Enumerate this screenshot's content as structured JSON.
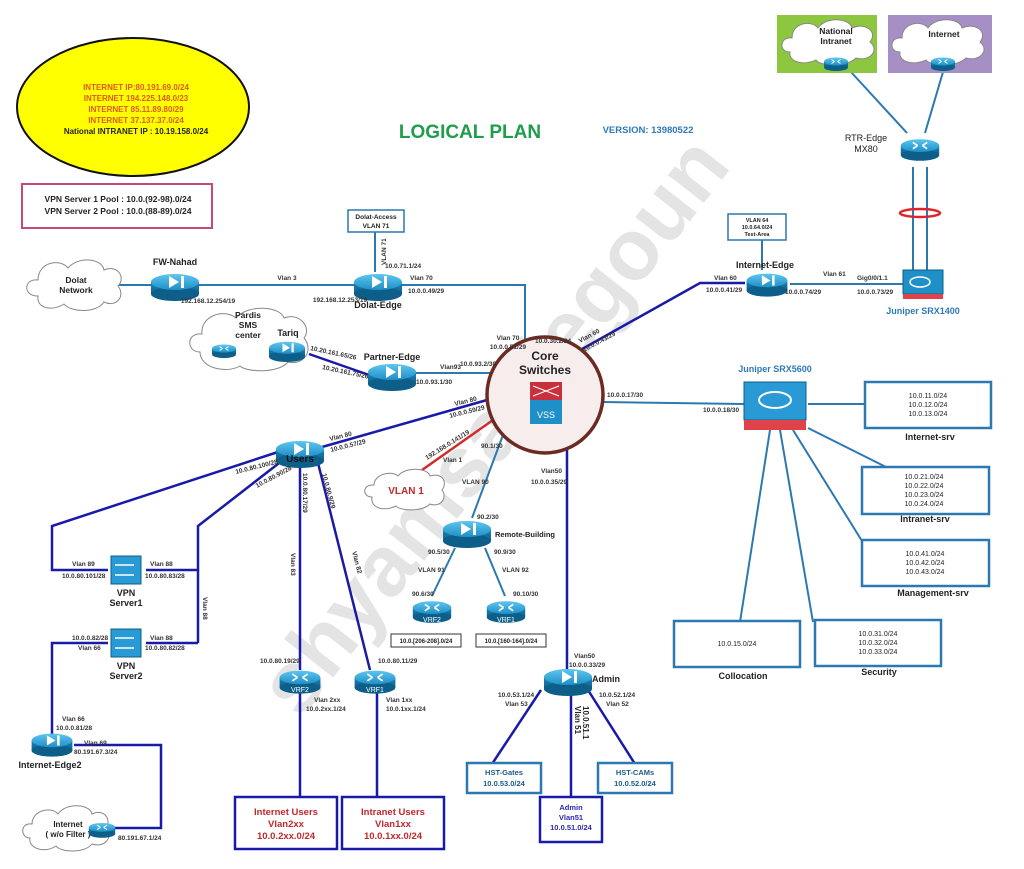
{
  "title": "LOGICAL PLAN",
  "version": "VERSION: 13980522",
  "watermark": "shyamsanlegoun",
  "ip_summary": {
    "internet_lines": [
      "INTERNET IP:80.191.69.0/24",
      "INTERNET 194.225.148.0/23",
      "INTERNET 85.11.89.80/29",
      "INTERNET 37.137.37.0/24"
    ],
    "intranet_line": "National INTRANET IP : 10.19.158.0/24"
  },
  "vpn_pools": [
    "VPN Server 1 Pool : 10.0.(92-98).0/24",
    "VPN Server 2 Pool : 10.0.(88-89).0/24"
  ],
  "colors": {
    "title_green": "#1e9e4a",
    "version_blue": "#2e7ab8",
    "red_text": "#c0282c",
    "link_blue": "#2b79b0",
    "link_dark": "#1a1aa8",
    "link_red": "#d42a2a",
    "ellipse_yellow": "#ffff00",
    "national_bg": "#8dc63f",
    "internet_bg": "#a58fc5"
  },
  "clouds": {
    "national": [
      "National",
      "Intranet"
    ],
    "internet": "Internet",
    "dolat": [
      "Dolat",
      "Network"
    ],
    "pardis": [
      "Pardis",
      "SMS",
      "center"
    ],
    "vlan1": "VLAN 1",
    "internet_wo": [
      "Internet",
      "( w/o Filter )"
    ]
  },
  "devices": {
    "rtr_edge": [
      "RTR-Edge",
      "MX80"
    ],
    "srx1400": "Juniper SRX1400",
    "srx5600": "Juniper SRX5600",
    "fw_nahad": "FW-Nahad",
    "dolat_edge": "Dolat-Edge",
    "tariq": "Tariq",
    "partner_edge": "Partner-Edge",
    "internet_edge": "Internet-Edge",
    "core": [
      "Core",
      "Switches"
    ],
    "core_vss": "VSS",
    "users": "Users",
    "remote_building": "Remote-Building",
    "vrf2_remote": "VRF2",
    "vrf1_remote": "VRF1",
    "vpn1": [
      "VPN",
      "Server1"
    ],
    "vpn2": [
      "VPN",
      "Server2"
    ],
    "internet_edge2": "Internet-Edge2",
    "vrf2": "VRF2",
    "vrf1": "VRF1",
    "admin": "Admin"
  },
  "boxes": {
    "dolat_access": [
      "Dolat-Access",
      "VLAN 71"
    ],
    "test_area": [
      "VLAN 64",
      "10.0.64.0/24",
      "Test-Area"
    ],
    "internet_srv": {
      "lines": [
        "10.0.11.0/24",
        "10.0.12.0/24",
        "10.0.13.0/24"
      ],
      "caption": "Internet-srv"
    },
    "intranet_srv": {
      "lines": [
        "10.0.21.0/24",
        "10.0.22.0/24",
        "10.0.23.0/24",
        "10.0.24.0/24"
      ],
      "caption": "Intranet-srv"
    },
    "management_srv": {
      "lines": [
        "10.0.41.0/24",
        "10.0.42.0/24",
        "10.0.43.0/24"
      ],
      "caption": "Management-srv"
    },
    "collocation": {
      "lines": [
        "10.0.15.0/24"
      ],
      "caption": "Collocation"
    },
    "security": {
      "lines": [
        "10.0.31.0/24",
        "10.0.32.0/24",
        "10.0.33.0/24"
      ],
      "caption": "Security"
    },
    "vrf2_net": "10.0.[206-208].0/24",
    "vrf1_net": "10.0.[160-164].0/24",
    "hst_gates": [
      "HST-Gates",
      "10.0.53.0/24"
    ],
    "hst_cams": [
      "HST-CAMs",
      "10.0.52.0/24"
    ],
    "admin_net": [
      "Admin",
      "Vlan51",
      "10.0.51.0/24"
    ],
    "internet_users": [
      "Internet Users",
      "Vlan2xx",
      "10.0.2xx.0/24"
    ],
    "intranet_users": [
      "Intranet Users",
      "Vlan1xx",
      "10.0.1xx.0/24"
    ]
  },
  "labels": {
    "vlan3": "Vlan 3",
    "fw_ip": "192.168.12.254/19",
    "dolat_ip": "192.168.12.253/19",
    "vlan71_v": "VLAN 71",
    "dolat_71": "10.0.71.1/24",
    "dolat_vlan70": "Vlan 70",
    "dolat_70ip": "10.0.0.49/29",
    "core_vlan70": "Vlan 70",
    "core_70ip": "10.0.0.51/29",
    "tariq_ip": "10.20.161.65/26",
    "partner_ip": "10.20.161.75/26",
    "vlan93": "Vlan93",
    "partner_93": "10.0.93.1/30",
    "core_93": "10.0.93.2/30",
    "core_mgmt": "10.0.30.2/24",
    "core_vlan60": "Vlan 60",
    "core_60ip": "10.0.0.43/29",
    "ie_vlan60": "Vlan 60",
    "ie_60ip": "10.0.0.41/29",
    "vlan61": "Vlan 61",
    "ie_74": "10.0.0.74/29",
    "gig": "Gig0/0/1.1",
    "srx_73": "10.0.0.73/29",
    "core_17": "10.0.0.17/30",
    "srx_18": "10.0.0.18/30",
    "core_vlan80": "Vlan 80",
    "core_80ip": "10.0.0.59/29",
    "users_vlan80": "Vlan 80",
    "users_80ip": "10.0.0.57/29",
    "core_vlan1ip": "192.168.0.141/19",
    "vlan1": "Vlan 1",
    "core_90": "90.1/30",
    "vlan90": "VLAN 90",
    "rb_90": "90.2/30",
    "rb_5": "90.5/30",
    "vlan91": "VLAN 91",
    "vrf2r_6": "90.6/30",
    "rb_9": "90.9/30",
    "vlan92": "VLAN 92",
    "vrf1r_10": "90.10/30",
    "core_vlan50": "Vlan50",
    "core_50ip": "10.0.0.35/29",
    "users_100": "10.0.80.100/28",
    "users_90": "10.0.80.90/28",
    "users_17": "10.0.80.17/29",
    "users_9": "10.0.80.9/29",
    "vlan83": "Vlan 83",
    "vlan82": "Vlan 82",
    "vpn1_vlan89": "Vlan 89",
    "vpn1_101": "10.0.80.101/28",
    "vpn1_vlan88": "Vlan 88",
    "vpn1_83": "10.0.80.83/28",
    "vlan88_v": "Vlan 88",
    "vpn2_82a": "10.0.0.82/28",
    "vpn2_vlan66": "Vlan 66",
    "vpn2_vlan88": "Vlan 88",
    "vpn2_82": "10.0.80.82/28",
    "ie2_vlan66": "Vlan 66",
    "ie2_81": "10.0.0.81/28",
    "ie2_vlan69": "Vlan 69",
    "ie2_3": "80.191.67.3/24",
    "inet_1": "80.191.67.1/24",
    "vrf2_19": "10.0.80.19/29",
    "vrf1_11": "10.0.80.11/29",
    "vrf2_vlan": "Vlan 2xx",
    "vrf2_gw": "10.0.2xx.1/24",
    "vrf1_vlan": "Vlan 1xx",
    "vrf1_gw": "10.0.1xx.1/24",
    "admin_vlan50": "Vlan50",
    "admin_33": "10.0.0.33/29",
    "admin_53": "10.0.53.1/24",
    "admin_vlan53": "Vlan 53",
    "admin_52": "10.0.52.1/24",
    "admin_vlan52": "Vlan 52",
    "admin_51": "10.0.51.1",
    "admin_vlan51": "Vlan 51"
  }
}
